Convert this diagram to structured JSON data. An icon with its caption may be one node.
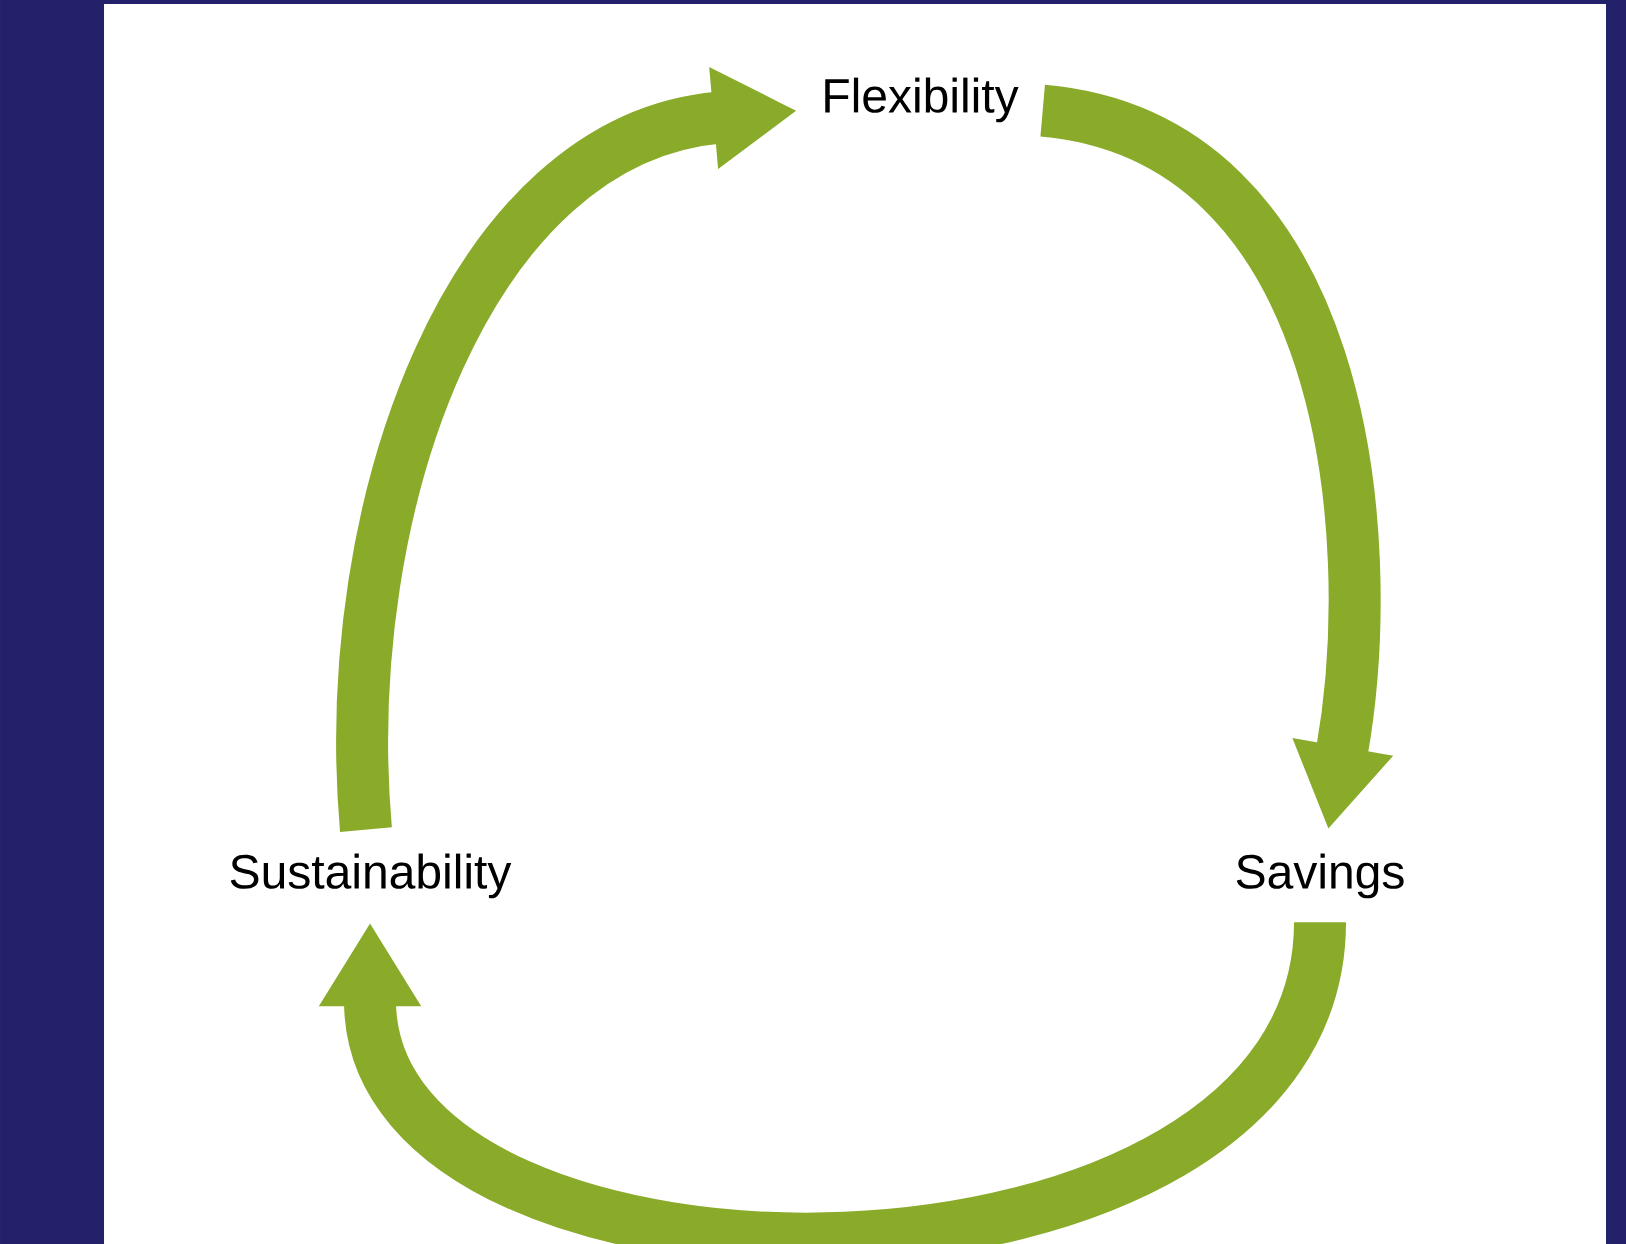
{
  "diagram": {
    "nodes": [
      {
        "text": [
          "Flexibility"
        ]
      },
      {
        "text": [
          "Sustainability"
        ]
      },
      {
        "text": [
          "Savings"
        ]
      }
    ],
    "edges": [
      {
        "from": 1,
        "to": 0,
        "arrow": "to"
      },
      {
        "from": 0,
        "to": 2,
        "arrow": "to"
      },
      {
        "from": 2,
        "to": 1,
        "arrow": "to"
      }
    ]
  }
}
